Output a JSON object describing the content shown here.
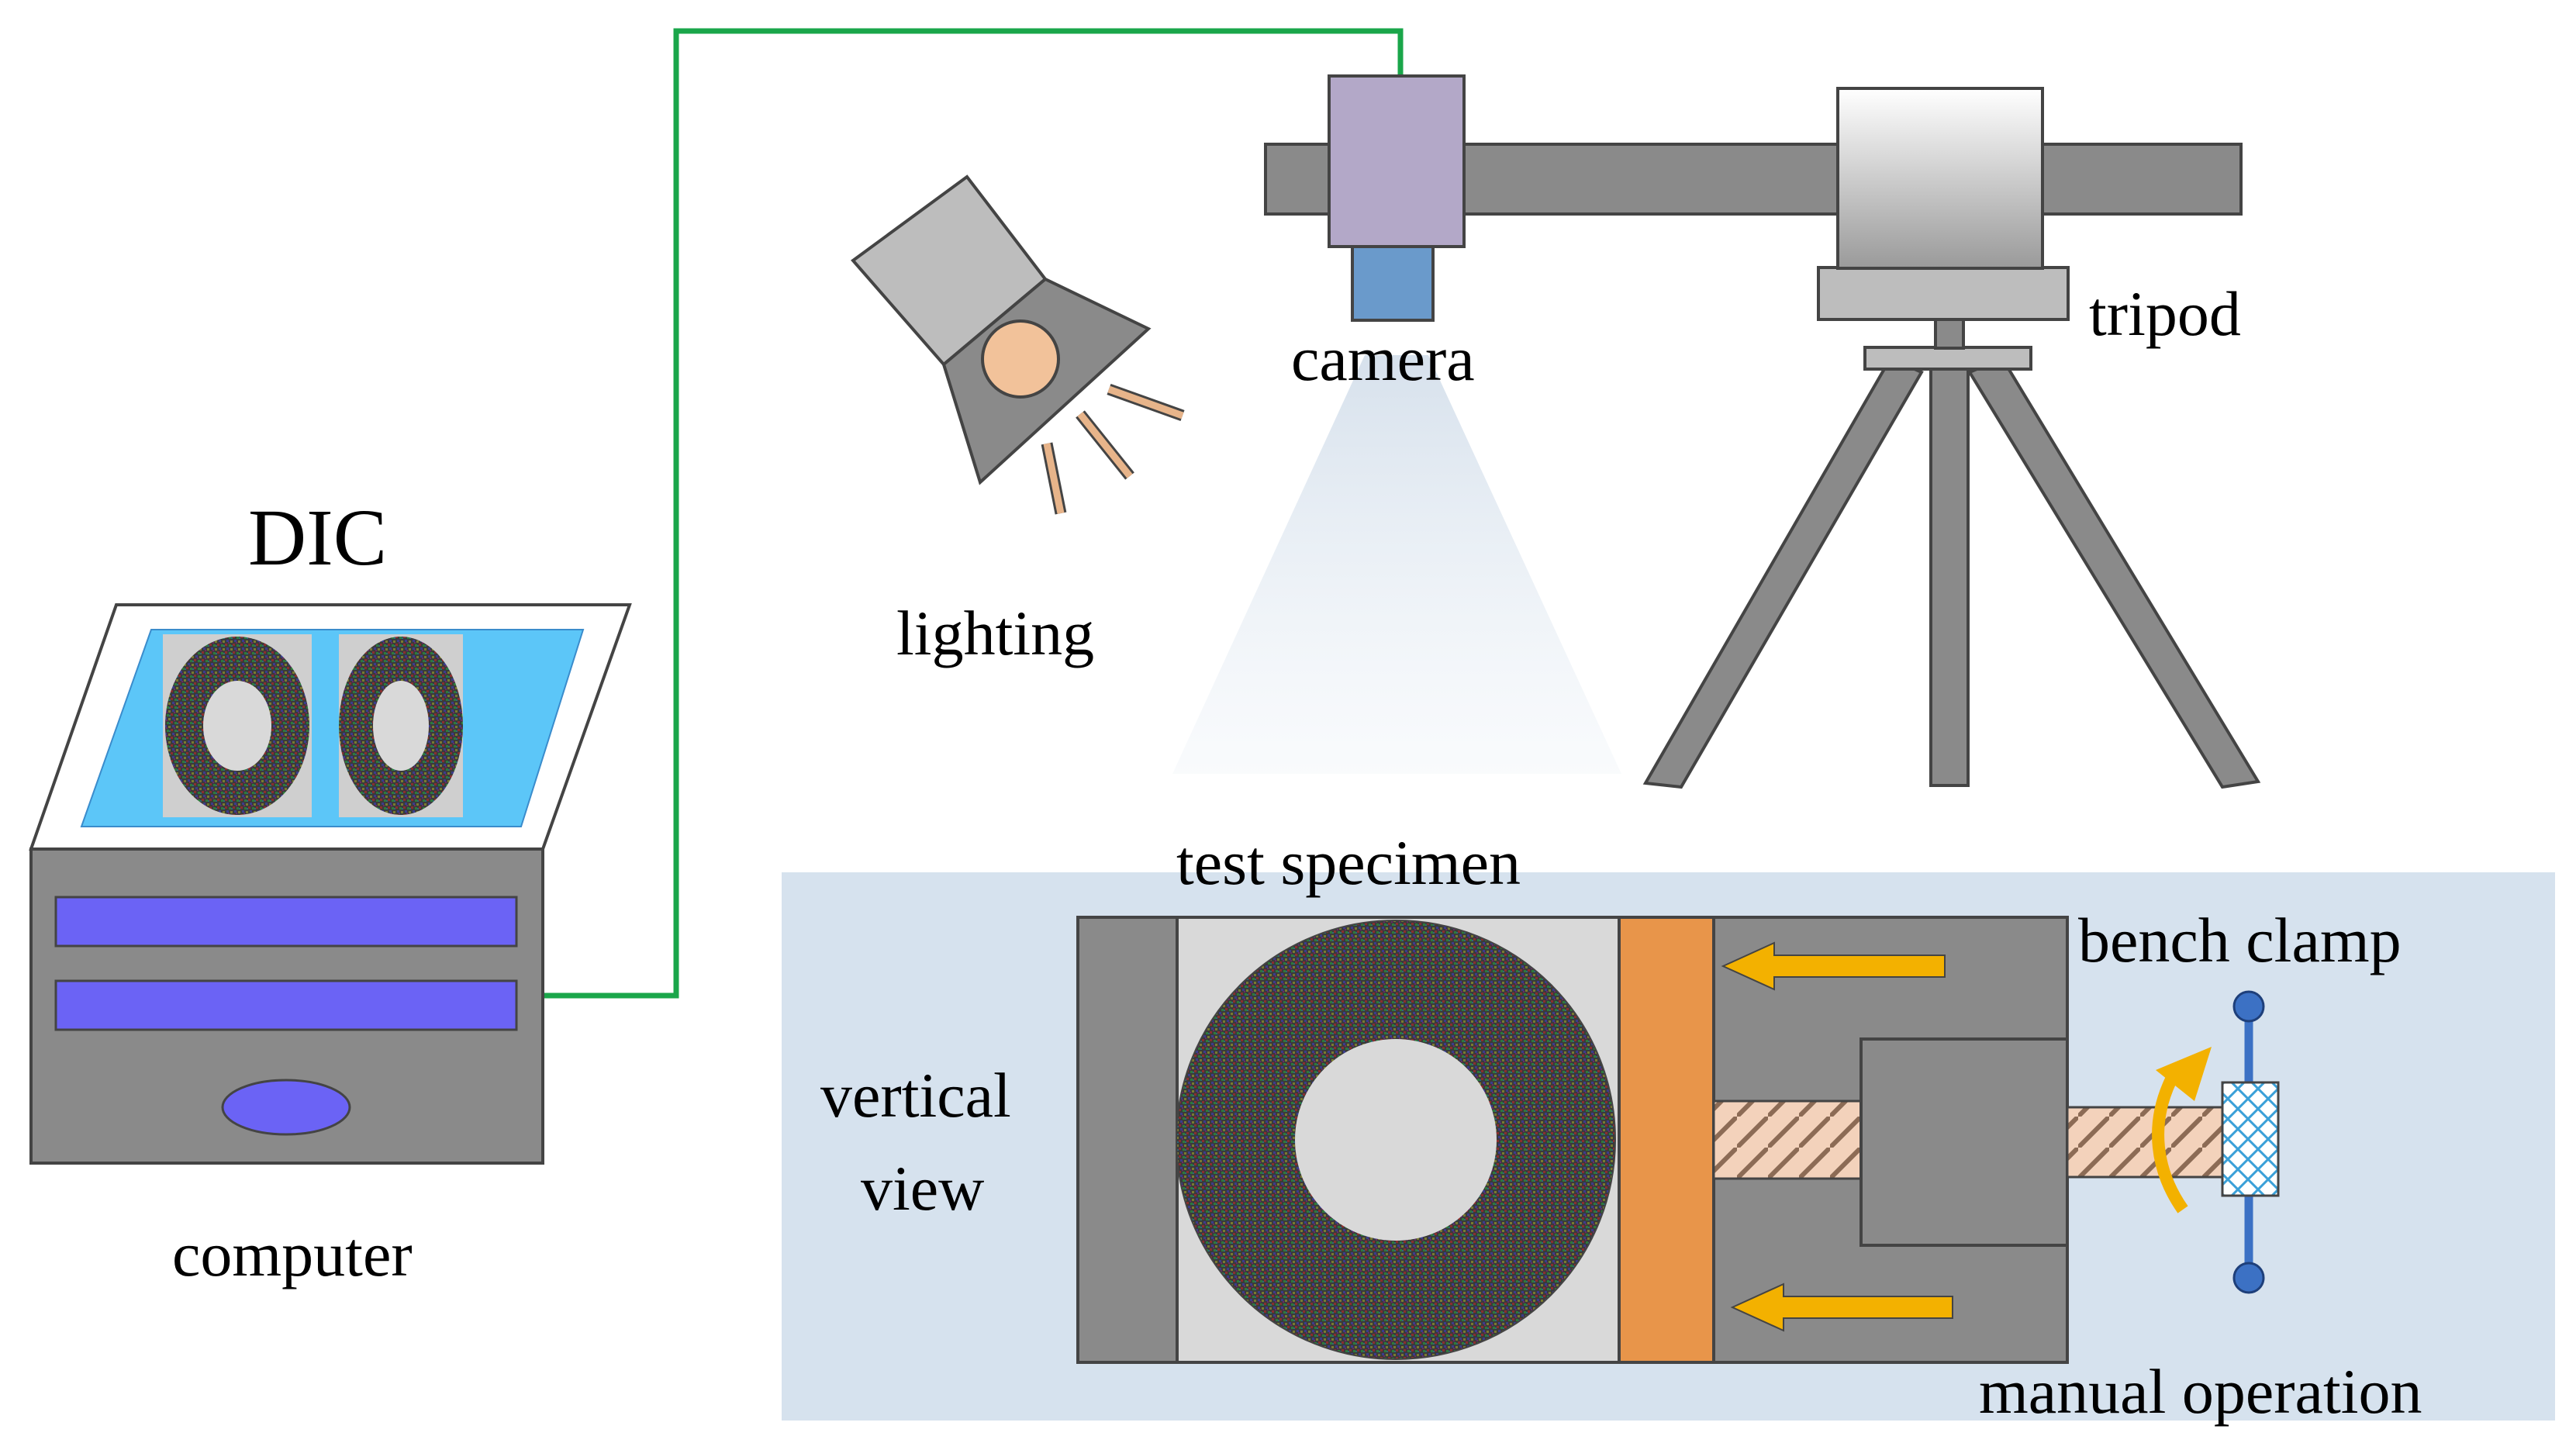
{
  "labels": {
    "dic": "DIC",
    "computer": "computer",
    "lighting": "lighting",
    "camera": "camera",
    "tripod": "tripod",
    "test_specimen": "test specimen",
    "bench_clamp": "bench clamp",
    "vertical": "vertical",
    "view": "view",
    "manual_operation": "manual operation"
  },
  "colors": {
    "cable": "#1aa64a",
    "screen": "#5cc6f8",
    "computer_body": "#8a8a8a",
    "drive_slot": "#6b63f5",
    "camera_body": "#b3a8c8",
    "camera_lens": "#6a9acb",
    "rail": "#8a8a8a",
    "lamp_bulb": "#f2c29a",
    "light_ray": "#e7b48a",
    "panel_bg": "#d6e2ee",
    "clamp_block": "#8a8a8a",
    "specimen_bg": "#d9d9d9",
    "pressure_plate": "#e8954a",
    "arrow": "#f3b100",
    "handle": "#3c71c4",
    "screw": "#f3d2bb"
  }
}
